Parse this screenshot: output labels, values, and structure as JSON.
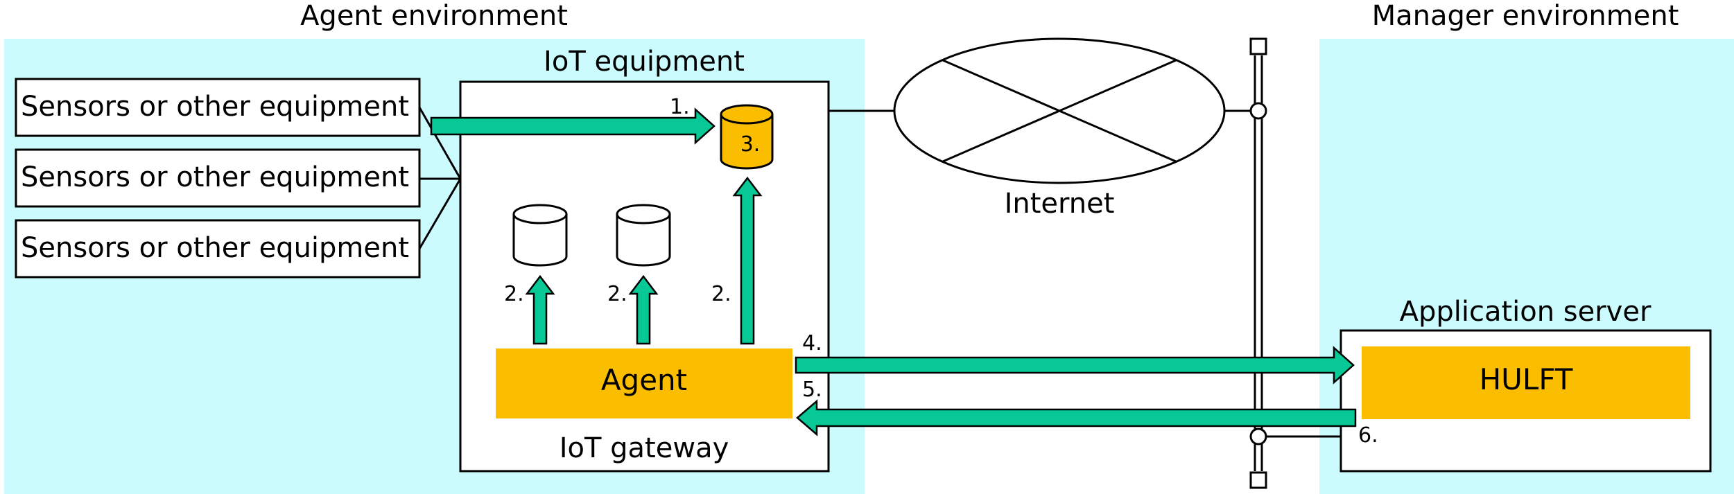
{
  "agent_env": {
    "title": "Agent environment"
  },
  "manager_env": {
    "title": "Manager environment"
  },
  "iot_equipment": {
    "title": "IoT equipment"
  },
  "iot_gateway": {
    "title": "IoT gateway"
  },
  "sensors": [
    {
      "label": "Sensors or other equipment"
    },
    {
      "label": "Sensors or other equipment"
    },
    {
      "label": "Sensors or other equipment"
    }
  ],
  "internet": {
    "label": "Internet"
  },
  "agent": {
    "label": "Agent"
  },
  "application_server": {
    "title": "Application server"
  },
  "hulft": {
    "label": "HULFT"
  },
  "steps": {
    "s1": "1.",
    "s2a": "2.",
    "s2b": "2.",
    "s2c": "2.",
    "s3": "3.",
    "s4": "4.",
    "s5": "5.",
    "s6": "6."
  },
  "colors": {
    "env_bg": "#ccfbfd",
    "arrow": "#08c896",
    "highlight": "#fbbd00"
  }
}
